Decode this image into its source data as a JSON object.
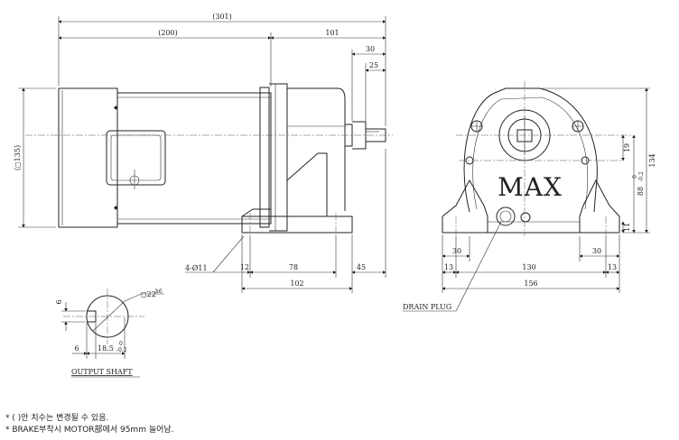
{
  "drawing": {
    "side_view": {
      "overall_length": "(301)",
      "motor_length": "(200)",
      "gearhead_length": "101",
      "shaft_length": "30",
      "key_length": "25",
      "motor_diameter": "(◻135)",
      "mounting_holes": "4-Ø11",
      "foot_offset": "12",
      "hole_spacing": "78",
      "shaft_offset": "45",
      "foot_length": "102"
    },
    "front_view": {
      "label_max": "MAX",
      "foot_width_left": "30",
      "foot_width_right": "30",
      "edge_left": "13",
      "hole_span": "130",
      "edge_right": "13",
      "base_width": "156",
      "shaft_to_top": "19",
      "shaft_height": "88",
      "shaft_height_tol_upper": "0",
      "shaft_height_tol_lower": "-0.2",
      "total_height": "134",
      "base_thickness": "11",
      "drain_plug_label": "DRAIN PLUG"
    },
    "output_shaft": {
      "title": "OUTPUT SHAFT",
      "diameter": "◻22",
      "diameter_tol": "h6",
      "key_width": "6",
      "key_offset": "6",
      "key_depth": "18.5",
      "key_depth_tol_upper": "0",
      "key_depth_tol_lower": "-0.2"
    }
  },
  "notes": [
    "* ( )안 치수는 변경될 수 있음.",
    "* BRAKE부착시 MOTOR部에서 95mm 늘어남."
  ]
}
